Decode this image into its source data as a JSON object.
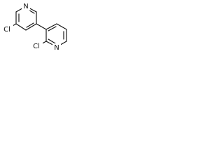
{
  "molecule": {
    "atoms": {
      "n_upper": "N",
      "cl_upper": "Cl",
      "cl_lower": "Cl",
      "n_lower": "N"
    }
  }
}
